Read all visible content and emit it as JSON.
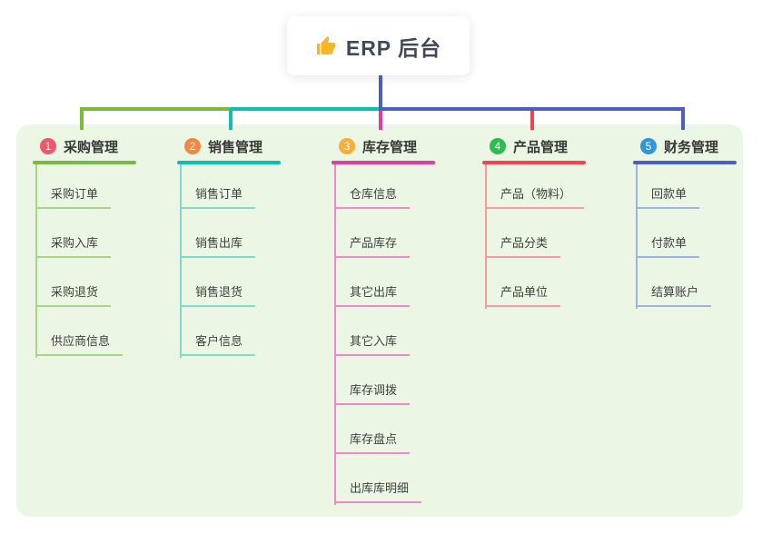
{
  "root": {
    "title": "ERP 后台",
    "icon": "thumbs-up-icon",
    "icon_color": "#f5b62a"
  },
  "connector": {
    "root_color": "#4a5ec4"
  },
  "branches": [
    {
      "num": "1",
      "label": "采购管理",
      "line_color": "#7cb93f",
      "child_line_color": "#a9d489",
      "badge_color": "#f0576b",
      "children": [
        "采购订单",
        "采购入库",
        "采购退货",
        "供应商信息"
      ]
    },
    {
      "num": "2",
      "label": "销售管理",
      "line_color": "#10bfae",
      "child_line_color": "#7fd9cc",
      "badge_color": "#f6853f",
      "children": [
        "销售订单",
        "销售出库",
        "销售退货",
        "客户信息"
      ]
    },
    {
      "num": "3",
      "label": "库存管理",
      "line_color": "#df3d9f",
      "child_line_color": "#ee8ac5",
      "badge_color": "#fbad37",
      "children": [
        "仓库信息",
        "产品库存",
        "其它出库",
        "其它入库",
        "库存调拨",
        "库存盘点",
        "出库库明细"
      ]
    },
    {
      "num": "4",
      "label": "产品管理",
      "line_color": "#ee4454",
      "child_line_color": "#f79ba3",
      "badge_color": "#2cbd52",
      "children": [
        "产品（物料）",
        "产品分类",
        "产品单位"
      ]
    },
    {
      "num": "5",
      "label": "财务管理",
      "line_color": "#4a5ec4",
      "child_line_color": "#9fb2e4",
      "badge_color": "#2e97dc",
      "children": [
        "回款单",
        "付款单",
        "结算账户"
      ]
    }
  ]
}
